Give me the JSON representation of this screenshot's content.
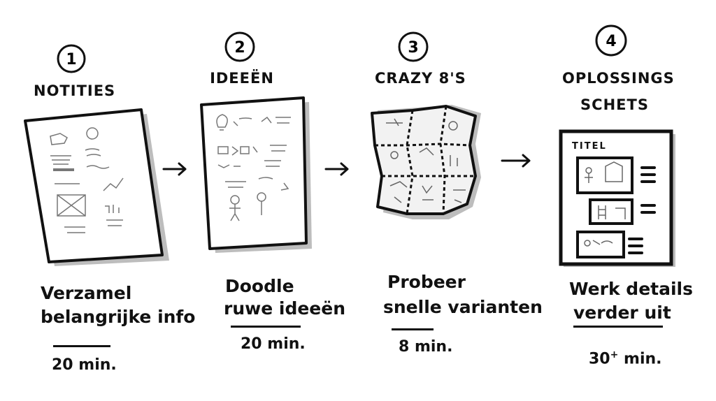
{
  "steps": [
    {
      "number": "1",
      "title": "NOTITIES",
      "desc_line1": "Verzamel",
      "desc_line2": "belangrijke info",
      "duration": "20 min."
    },
    {
      "number": "2",
      "title": "IDEEËN",
      "desc_line1": "Doodle",
      "desc_line2": "ruwe ideeën",
      "duration": "20 min."
    },
    {
      "number": "3",
      "title": "CRAZY 8'S",
      "desc_line1": "Probeer",
      "desc_line2": "snelle varianten",
      "duration": "8 min."
    },
    {
      "number": "4",
      "title_line1": "OPLOSSINGS",
      "title_line2": "SCHETS",
      "desc_line1": "Werk details",
      "desc_line2": "verder uit",
      "duration_value": "30",
      "duration_sup": "+",
      "duration_unit": " min."
    }
  ],
  "sketch_labels": {
    "titel": "TITEL"
  }
}
